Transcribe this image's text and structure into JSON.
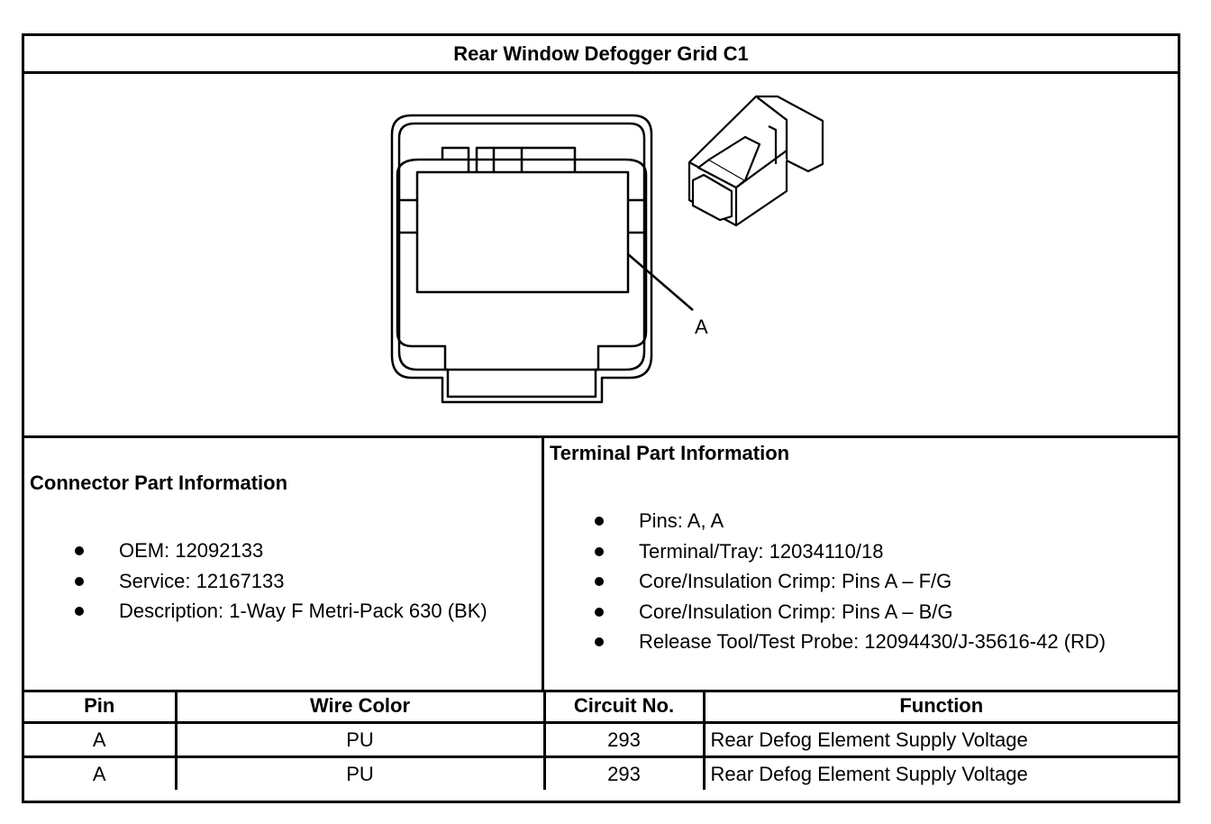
{
  "title": "Rear Window Defogger Grid C1",
  "figure": {
    "callout_label": "A"
  },
  "connector": {
    "heading": "Connector Part Information",
    "items": [
      "OEM: 12092133",
      "Service: 12167133",
      "Description: 1-Way F Metri-Pack 630 (BK)"
    ]
  },
  "terminal": {
    "heading": "Terminal Part Information",
    "items": [
      "Pins: A, A",
      "Terminal/Tray: 12034110/18",
      "Core/Insulation Crimp: Pins A – F/G",
      "Core/Insulation Crimp: Pins A – B/G",
      "Release Tool/Test Probe: 12094430/J-35616-42 (RD)"
    ]
  },
  "pin_table": {
    "headers": [
      "Pin",
      "Wire Color",
      "Circuit No.",
      "Function"
    ],
    "rows": [
      [
        "A",
        "PU",
        "293",
        "Rear Defog Element Supply Voltage"
      ],
      [
        "A",
        "PU",
        "293",
        "Rear Defog Element Supply Voltage"
      ]
    ]
  }
}
